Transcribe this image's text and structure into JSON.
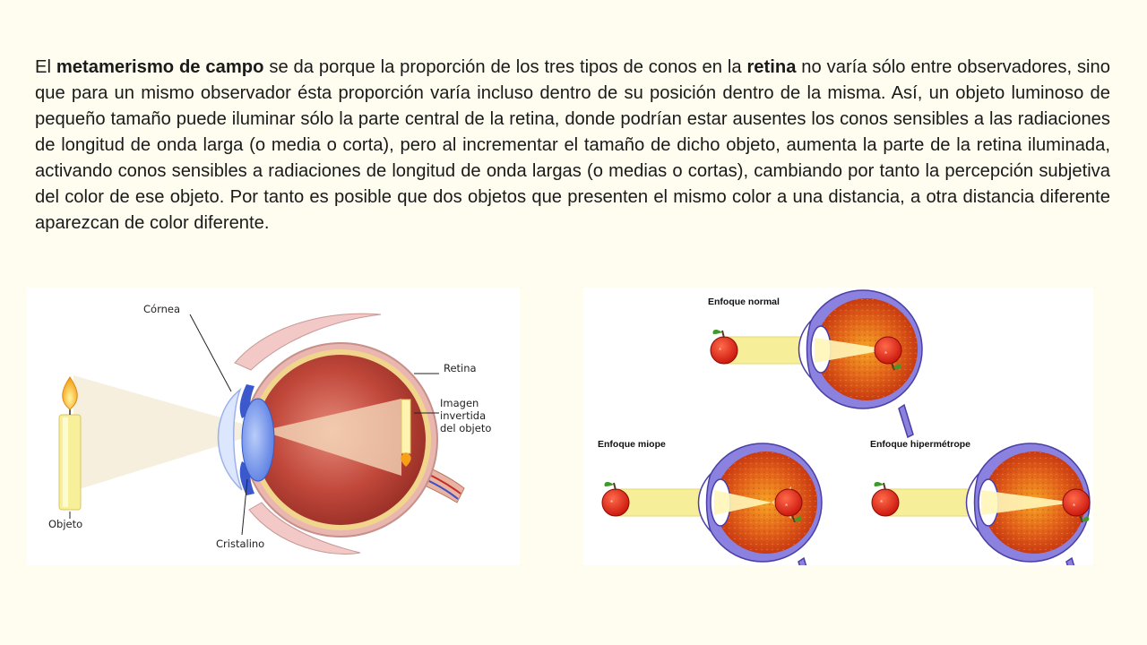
{
  "paragraph": {
    "s1": "El ",
    "b1": "metamerismo de campo",
    "s2": " se da porque la proporción de los tres tipos de conos en la ",
    "b2": "retina",
    "s3": " no varía sólo entre observadores, sino que para un mismo observador ésta proporción varía incluso dentro de su posición dentro de la misma. Así, un objeto luminoso de pequeño tamaño puede iluminar sólo la parte central de la retina, donde podrían estar ausentes los conos sensibles a las radiaciones de longitud de onda larga (o media o corta), pero al incrementar el tamaño de dicho objeto, aumenta la parte de la retina iluminada, activando conos sensibles a radiaciones de longitud de onda largas (o medias o cortas), cambiando por tanto la percepción subjetiva del color de ese objeto. Por tanto es posible que dos objetos que presenten el mismo color a una distancia, a otra distancia diferente aparezcan de color diferente."
  },
  "eye_diagram": {
    "labels": {
      "cornea": "Córnea",
      "retina": "Retina",
      "image_line1": "Imagen",
      "image_line2": "invertida",
      "image_line3": "del objeto",
      "object": "Objeto",
      "lens": "Cristalino"
    }
  },
  "focus_diagram": {
    "labels": {
      "normal": "Enfoque normal",
      "myopia": "Enfoque miope",
      "hyperopia": "Enfoque hipermétrope"
    }
  },
  "colors": {
    "background": "#fffdf0",
    "eye_interior": "#d83a10",
    "sclera": "#8b82e0",
    "light_beam": "#f7ee9a",
    "apple": "#e81e14"
  }
}
